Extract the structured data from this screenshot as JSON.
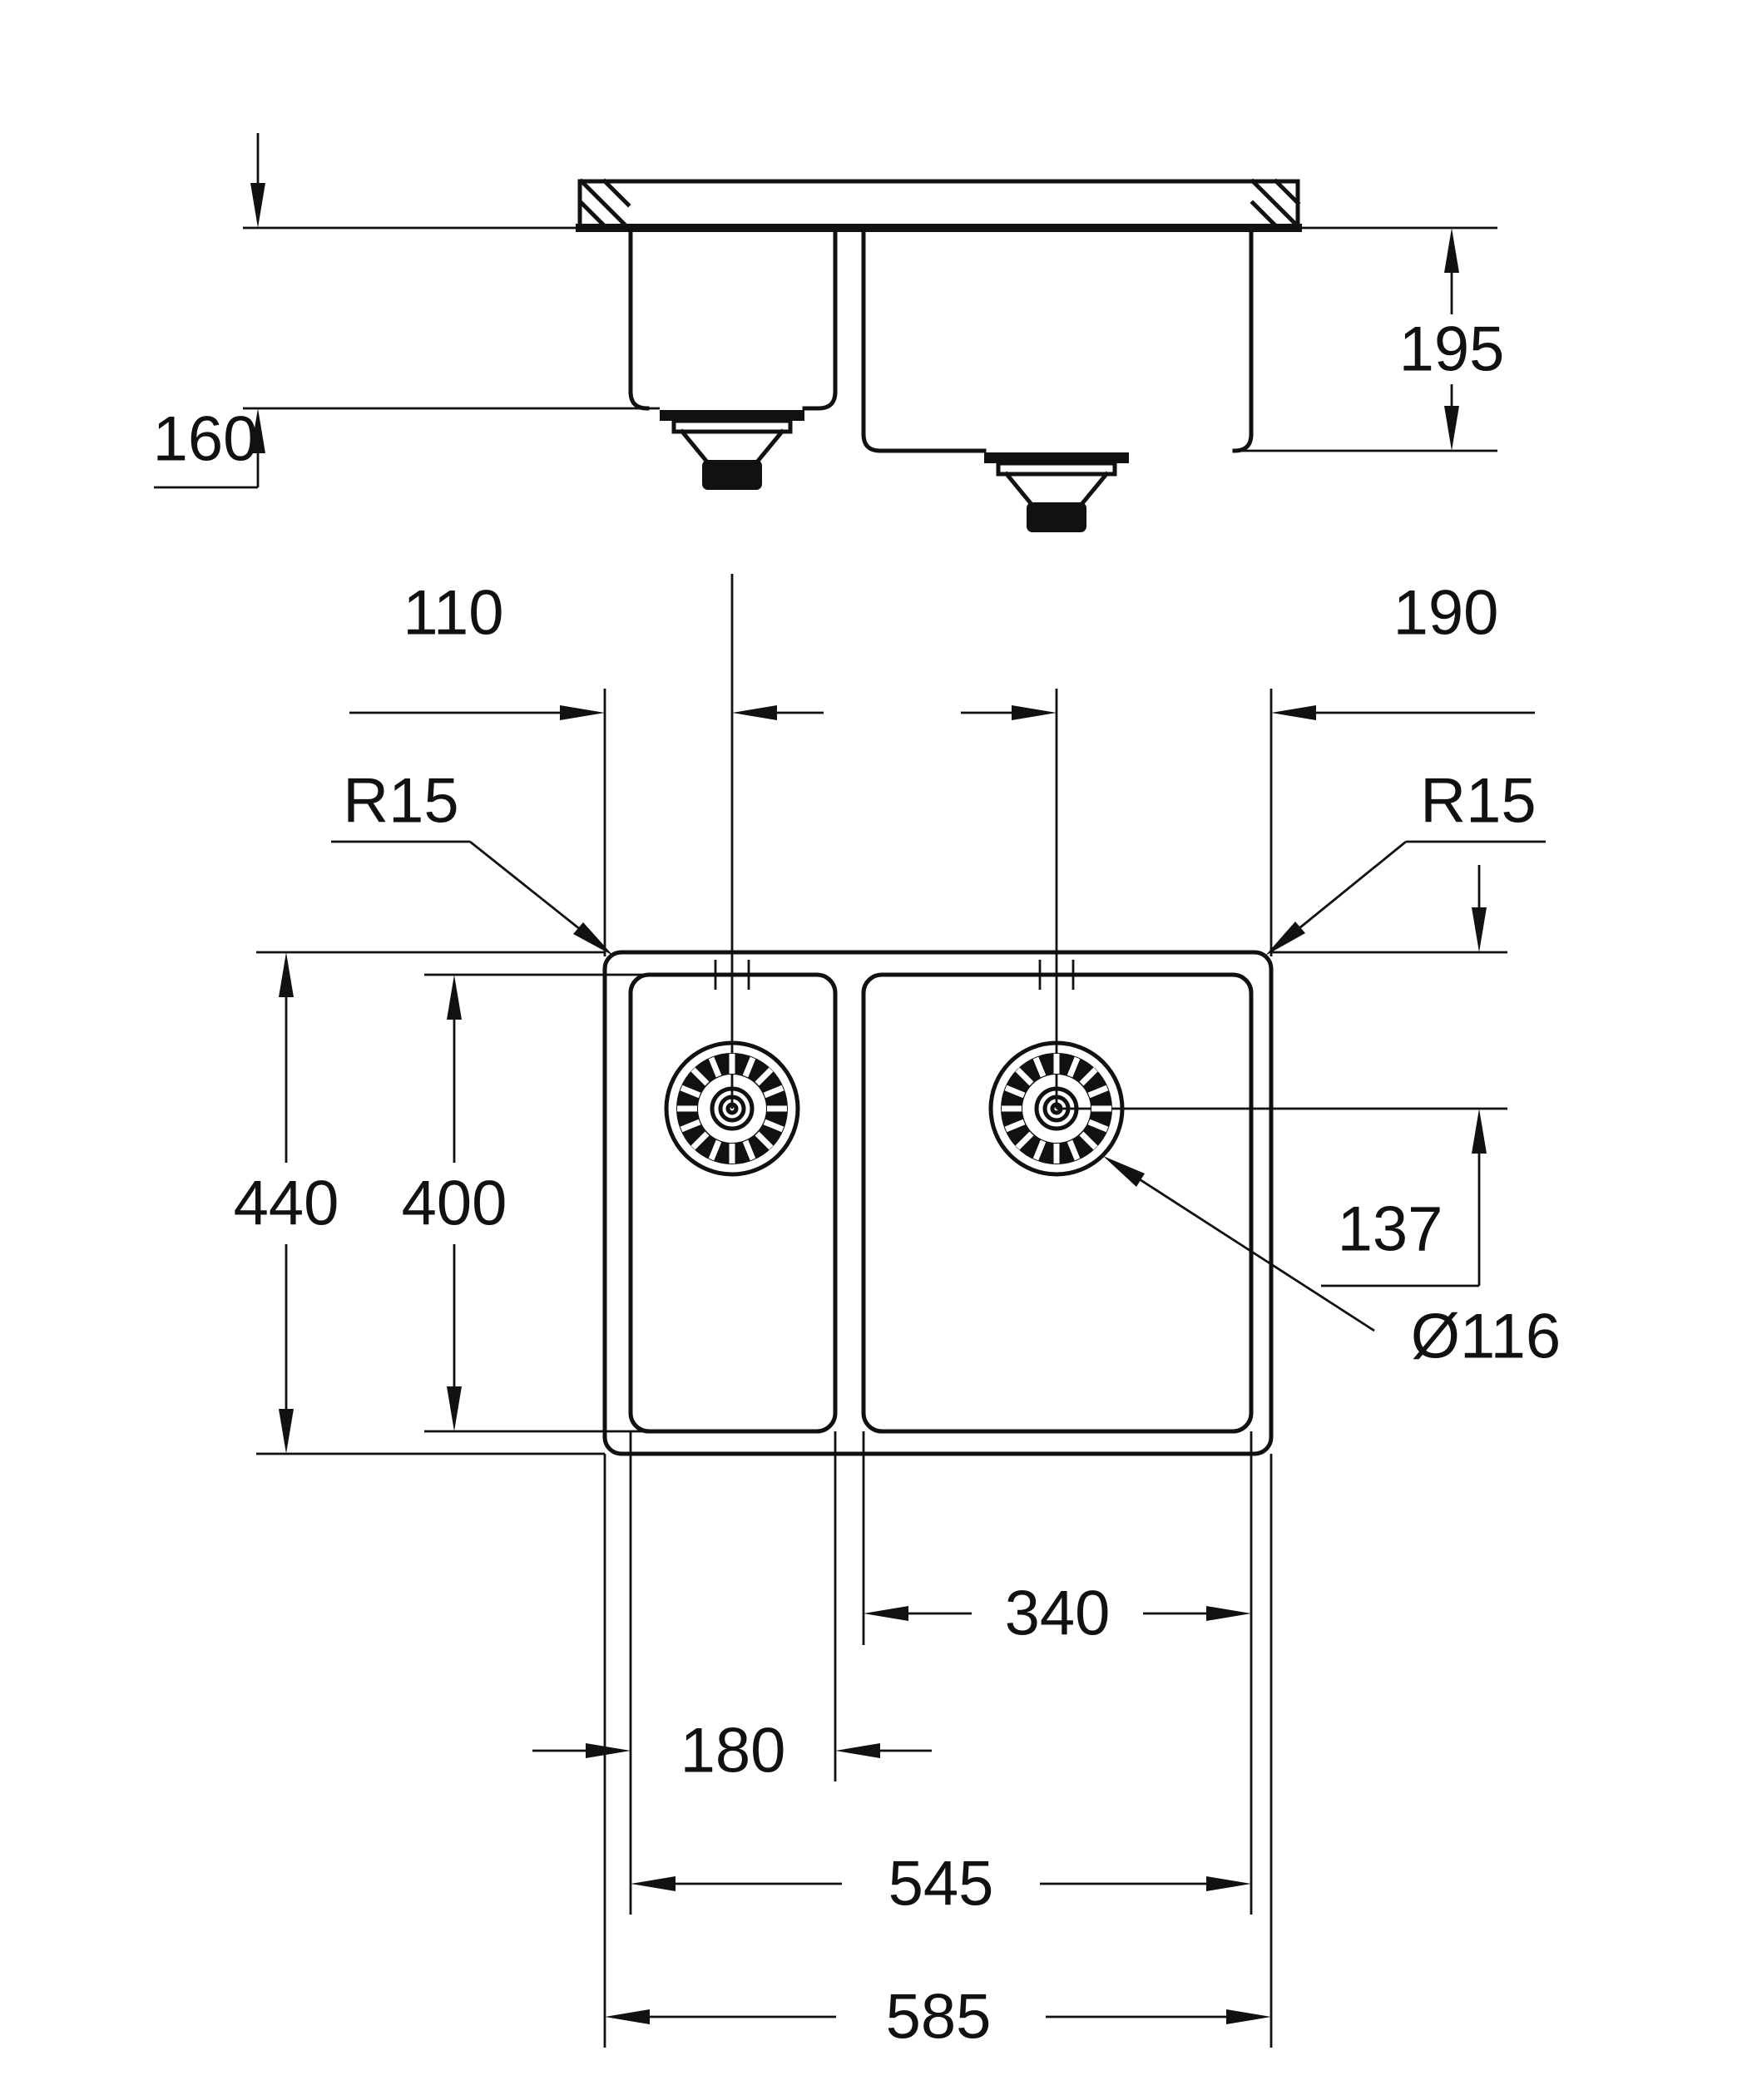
{
  "colors": {
    "ink": "#111111",
    "background": "#ffffff"
  },
  "labels": {
    "d195": "195",
    "d160": "160",
    "d110": "110",
    "d190": "190",
    "r15_left": "R15",
    "r15_right": "R15",
    "d440": "440",
    "d400": "400",
    "d137": "137",
    "dia116": "Ø116",
    "d340": "340",
    "d180": "180",
    "d545": "545",
    "d585": "585"
  }
}
